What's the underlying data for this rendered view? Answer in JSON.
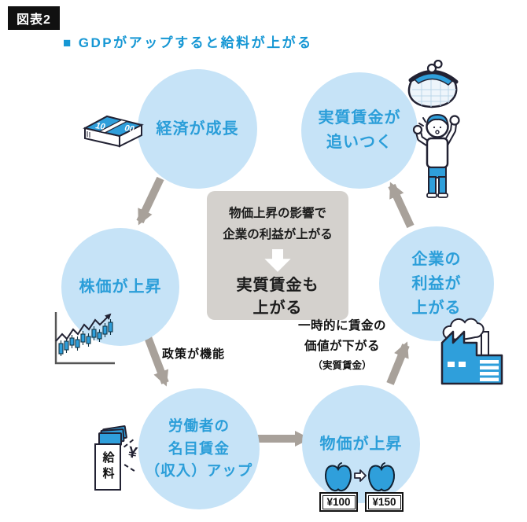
{
  "figure_label": "図表2",
  "title": {
    "bullet": "■",
    "text": "GDPがアップすると給料が上がる"
  },
  "nodes": {
    "economy": {
      "lines": [
        "経済が成長"
      ]
    },
    "real_wage": {
      "lines": [
        "実質賃金が",
        "追いつく"
      ]
    },
    "stock": {
      "lines": [
        "株価が上昇"
      ]
    },
    "corporate": {
      "lines": [
        "企業の",
        "利益が",
        "上がる"
      ]
    },
    "nominal_wage": {
      "lines": [
        "労働者の",
        "名目賃金",
        "（収入）アップ"
      ]
    },
    "price": {
      "lines": [
        "物価が上昇"
      ]
    }
  },
  "center_box": {
    "cause": [
      "物価上昇の影響で",
      "企業の利益が上がる"
    ],
    "effect": [
      "実質賃金も",
      "上がる"
    ]
  },
  "labels": {
    "policy": "政策が機能",
    "temporary": [
      "一時的に賃金の",
      "価値が下がる",
      "（実質賃金）"
    ]
  },
  "icons": {
    "money_stack": {
      "name": "money-stack-icon",
      "bill_digits_left": "10",
      "bill_digits_right": "00"
    },
    "purse": {
      "name": "purse-icon"
    },
    "person": {
      "name": "person-celebrating-icon"
    },
    "stock_chart": {
      "name": "stock-chart-icon"
    },
    "factory": {
      "name": "factory-icon"
    },
    "salary_envelope": {
      "name": "salary-envelope-icon",
      "label": "給料",
      "yen": "¥"
    },
    "apples": {
      "name": "apple-price-icons",
      "price_before": "¥100",
      "price_after": "¥150"
    }
  },
  "colors": {
    "circle_fill": "#c6e3f7",
    "circle_text": "#2b9ed9",
    "title_blue": "#1697d4",
    "arrow_gray": "#a8a19a",
    "box_gray": "#d4d1cd",
    "icon_blue": "#2f9fdb",
    "ink": "#1c1c1c",
    "label_black": "#111111"
  }
}
